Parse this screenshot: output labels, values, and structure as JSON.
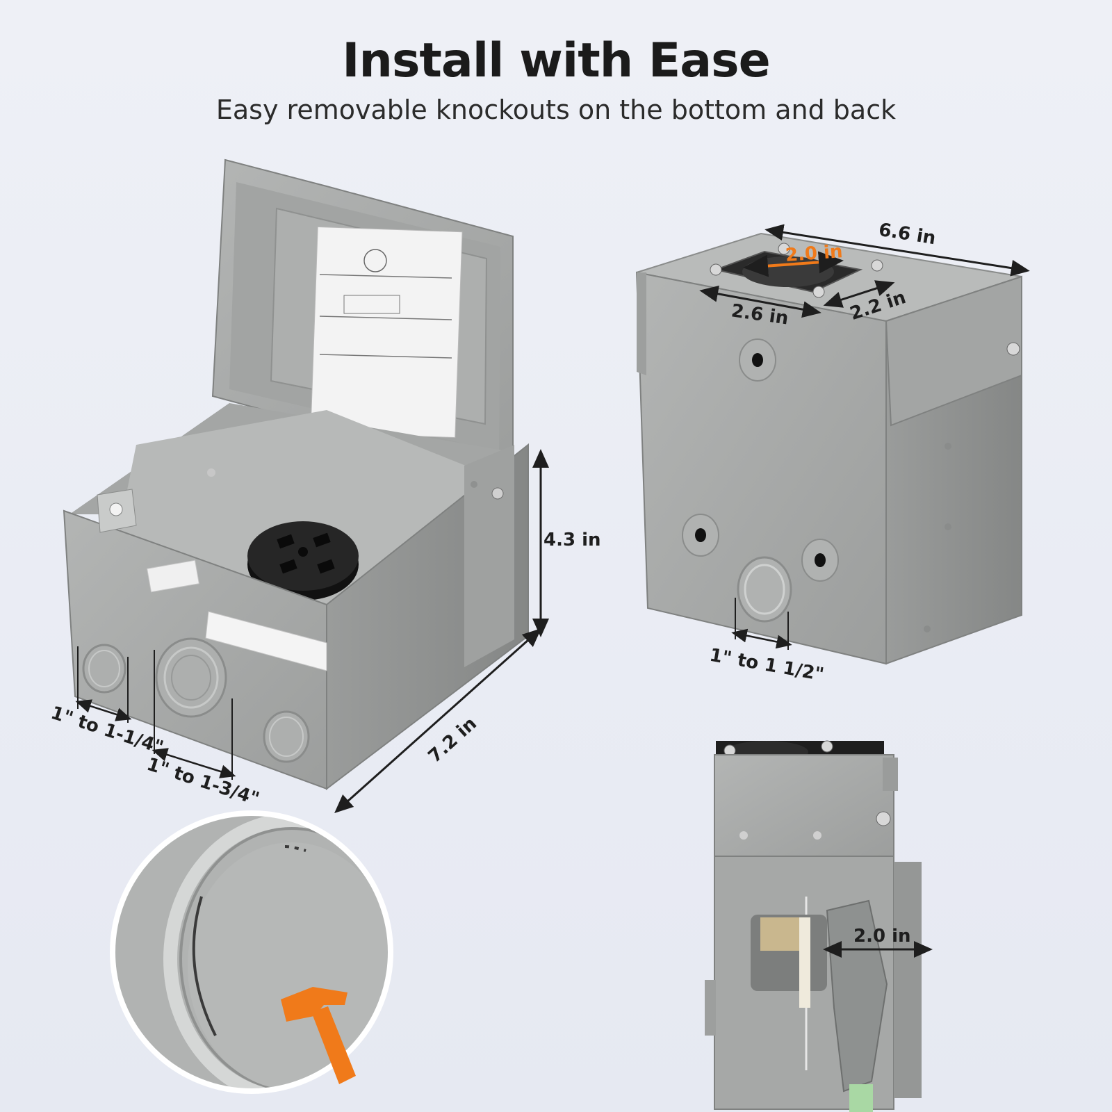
{
  "header": {
    "title": "Install with Ease",
    "subtitle": "Easy removable knockouts on the bottom and back"
  },
  "dimensions": {
    "width": "6.6 in",
    "top_knockout": "2.0 in",
    "top_depth": "2.6 in",
    "top_side": "2.2 in",
    "height": "4.3 in",
    "length": "7.2 in",
    "knockout_small": "1\" to 1-1/4\"",
    "knockout_large": "1\" to 1-3/4\"",
    "back_knockout": "1\" to 1 1/2\"",
    "side_depth": "2.0 in"
  },
  "colors": {
    "box_gray": "#a7a9a8",
    "box_dark": "#8d8f8e",
    "accent_orange": "#f07a1a",
    "cord_green": "#a9d8a4",
    "receptacle_black": "#1e1e1e"
  },
  "icons": {
    "hammer": "hammer-icon"
  }
}
